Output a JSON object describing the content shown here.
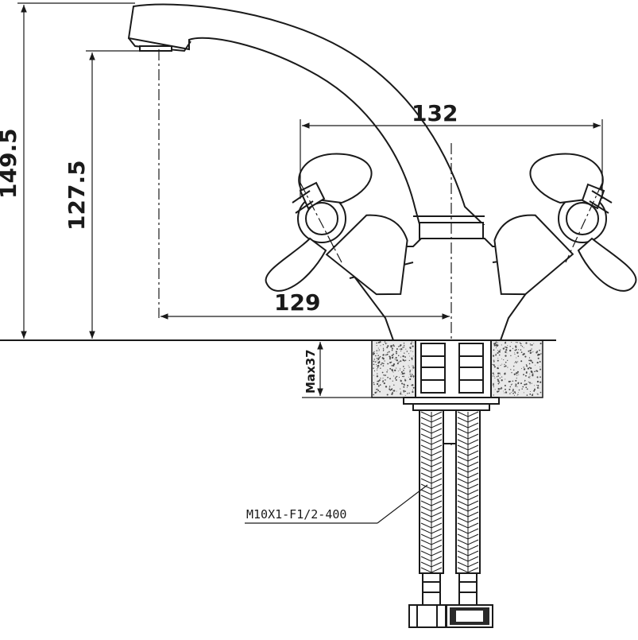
{
  "dimensions": {
    "total_height": "149.5",
    "spout_height": "127.5",
    "handle_span": "132",
    "spout_reach": "129",
    "max_deck_thickness": "Max37"
  },
  "hose_label": "M10X1-F1/2-400"
}
